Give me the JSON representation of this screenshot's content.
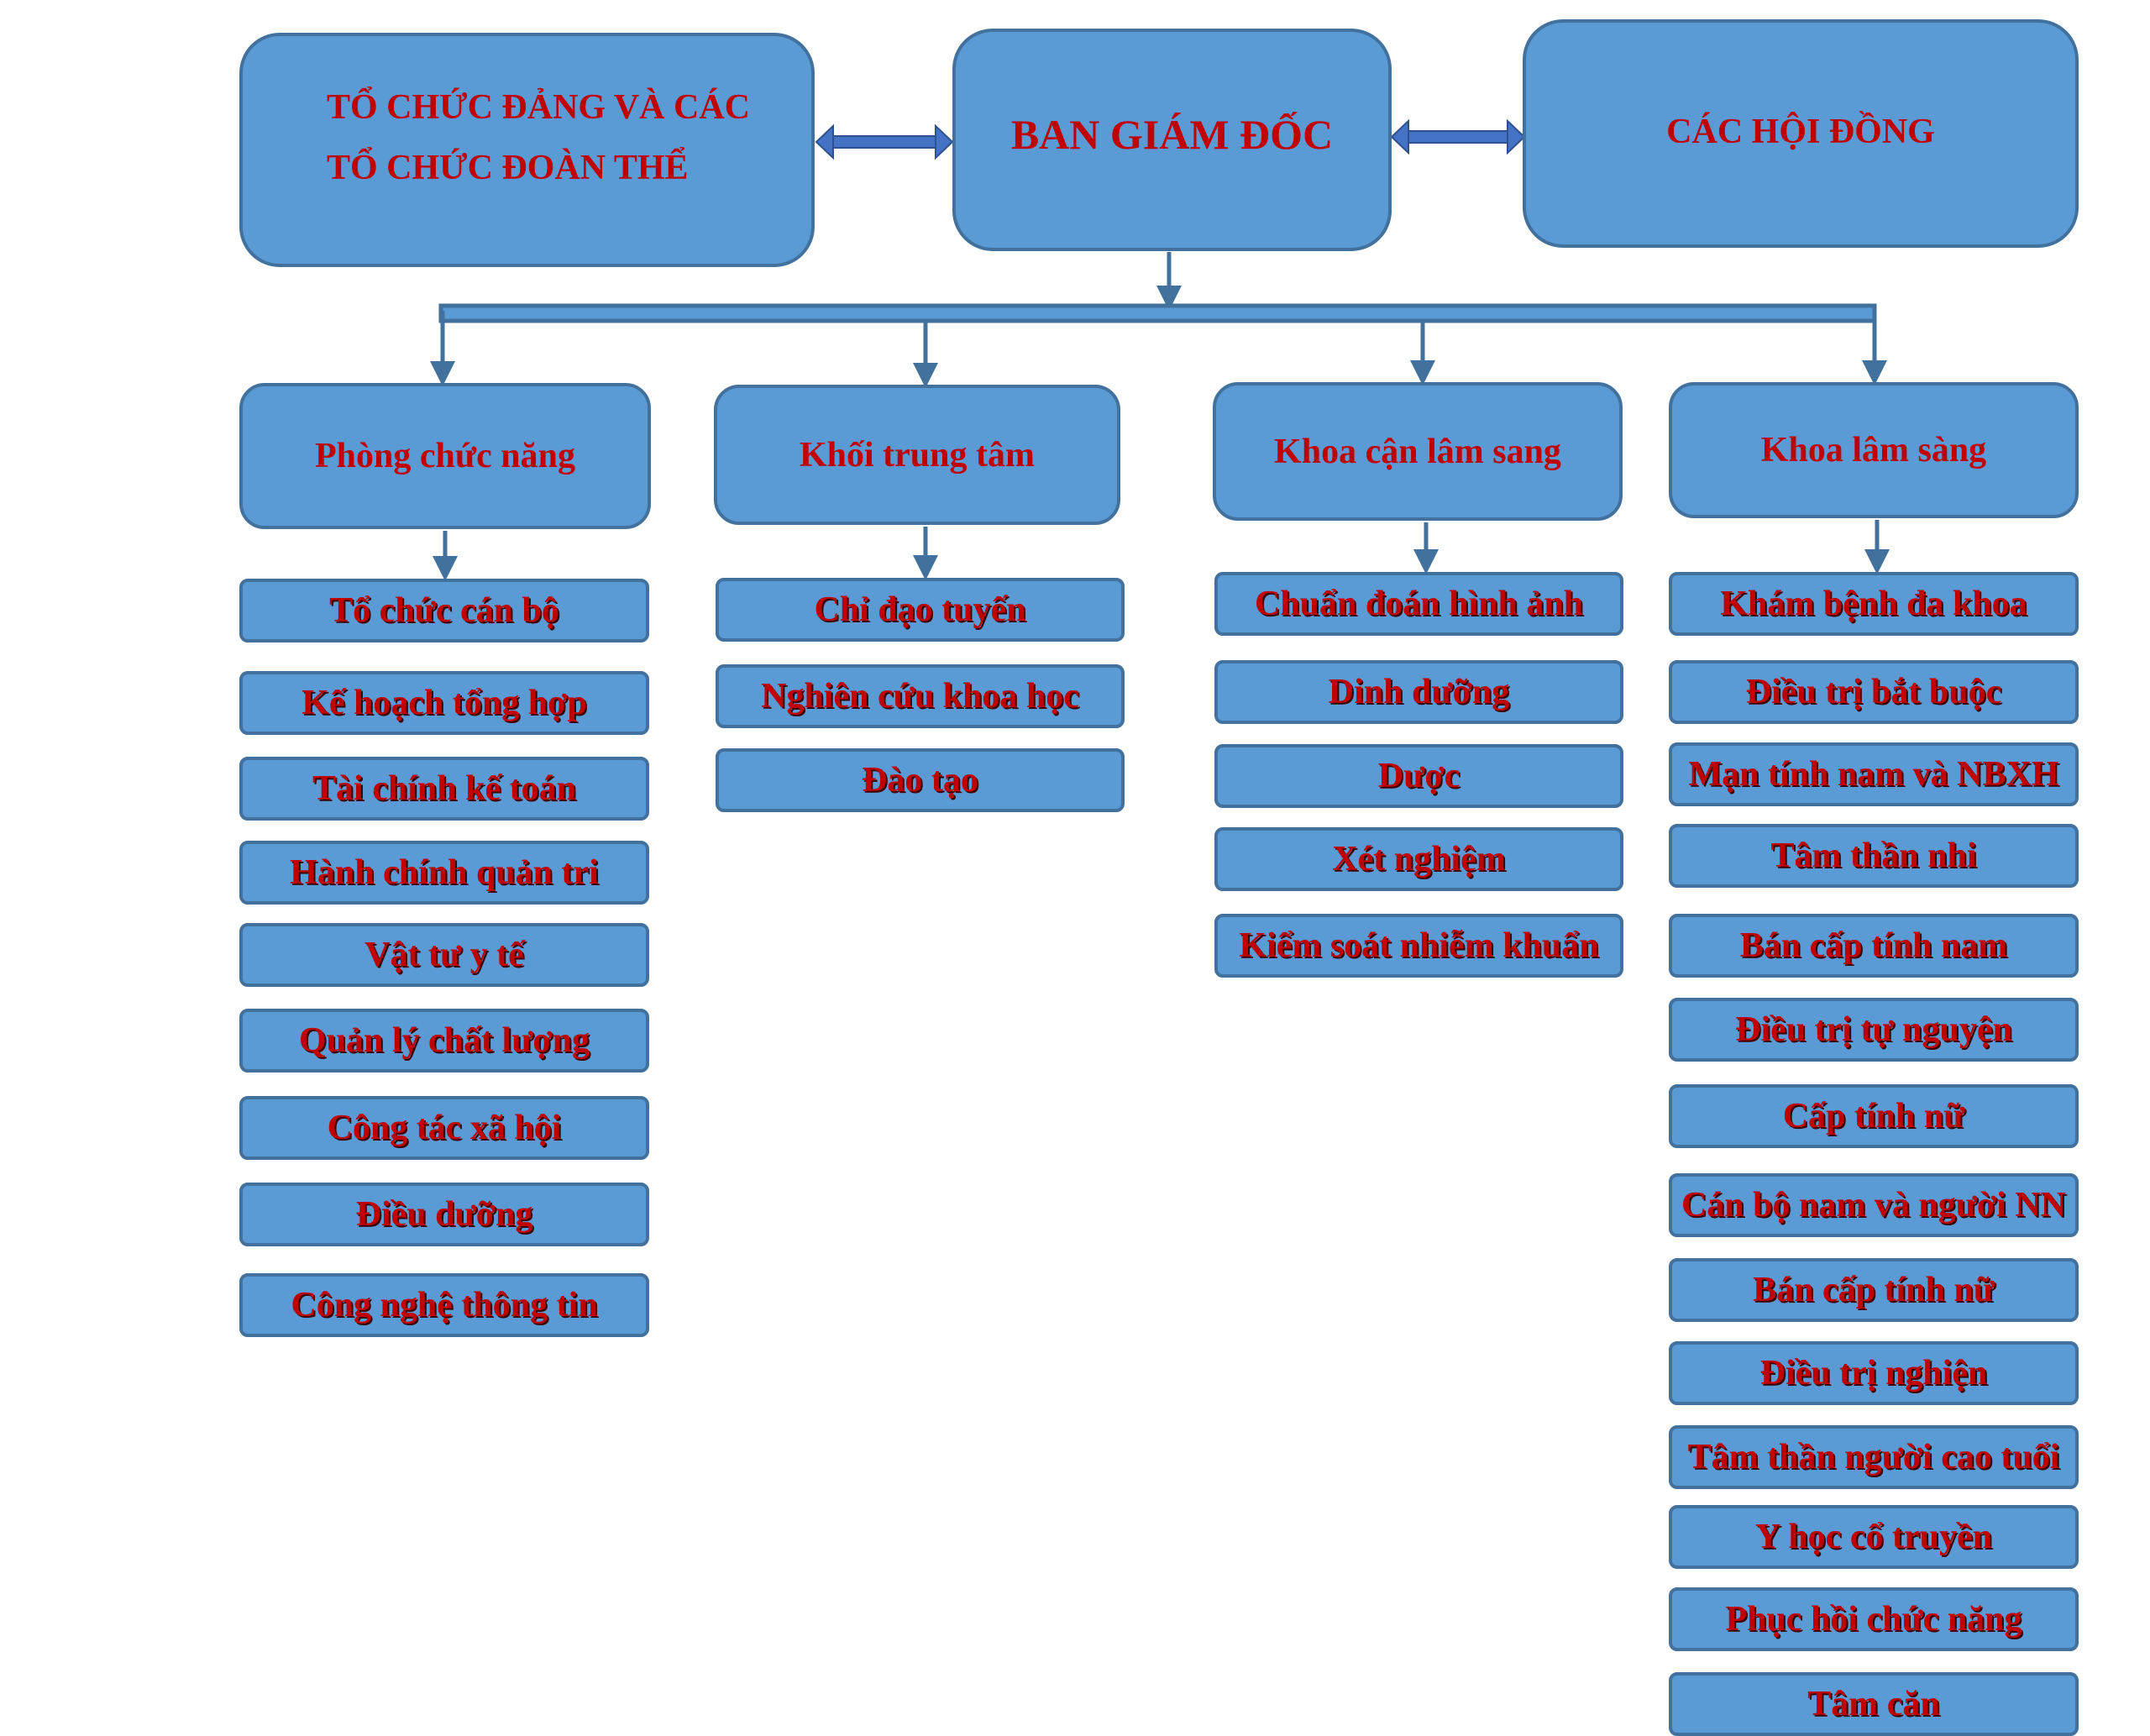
{
  "top": {
    "party": "TỔ CHỨC ĐẢNG VÀ CÁC TỔ CHỨC ĐOÀN THỂ",
    "board": "BAN GIÁM ĐỐC",
    "councils": "CÁC HỘI ĐỒNG"
  },
  "columns": [
    {
      "title": "Phòng chức năng",
      "items": [
        "Tổ chức cán bộ",
        "Kế hoạch tổng hợp",
        "Tài chính kế toán",
        "Hành chính quản tri",
        "Vật tư y tế",
        "Quản lý chất lượng",
        "Công tác xã hội",
        "Điều dưỡng",
        "Công nghệ thông tin"
      ]
    },
    {
      "title": "Khối trung tâm",
      "items": [
        "Chỉ đạo tuyến",
        "Nghiên cứu khoa học",
        "Đào tạo"
      ]
    },
    {
      "title": "Khoa cận lâm sang",
      "items": [
        "Chuẩn đoán hình ảnh",
        "Dinh dưỡng",
        "Dược",
        "Xét nghiệm",
        "Kiểm soát nhiễm khuẩn"
      ]
    },
    {
      "title": "Khoa lâm sàng",
      "items": [
        "Khám bệnh đa khoa",
        "Điều trị bắt buộc",
        "Mạn tính nam và NBXH",
        "Tâm thần nhi",
        "Bán cấp tính nam",
        "Điều trị tự nguyện",
        "Cấp tính nữ",
        "Cán bộ nam và người NN",
        "Bán cấp tính nữ",
        "Điều trị nghiện",
        "Tâm thần người cao tuổi",
        "Y học cổ truyền",
        "Phục hồi chức năng",
        "Tâm căn"
      ]
    }
  ],
  "colors": {
    "fill": "#5b9bd5",
    "border": "#41719c",
    "text": "#c00000"
  }
}
